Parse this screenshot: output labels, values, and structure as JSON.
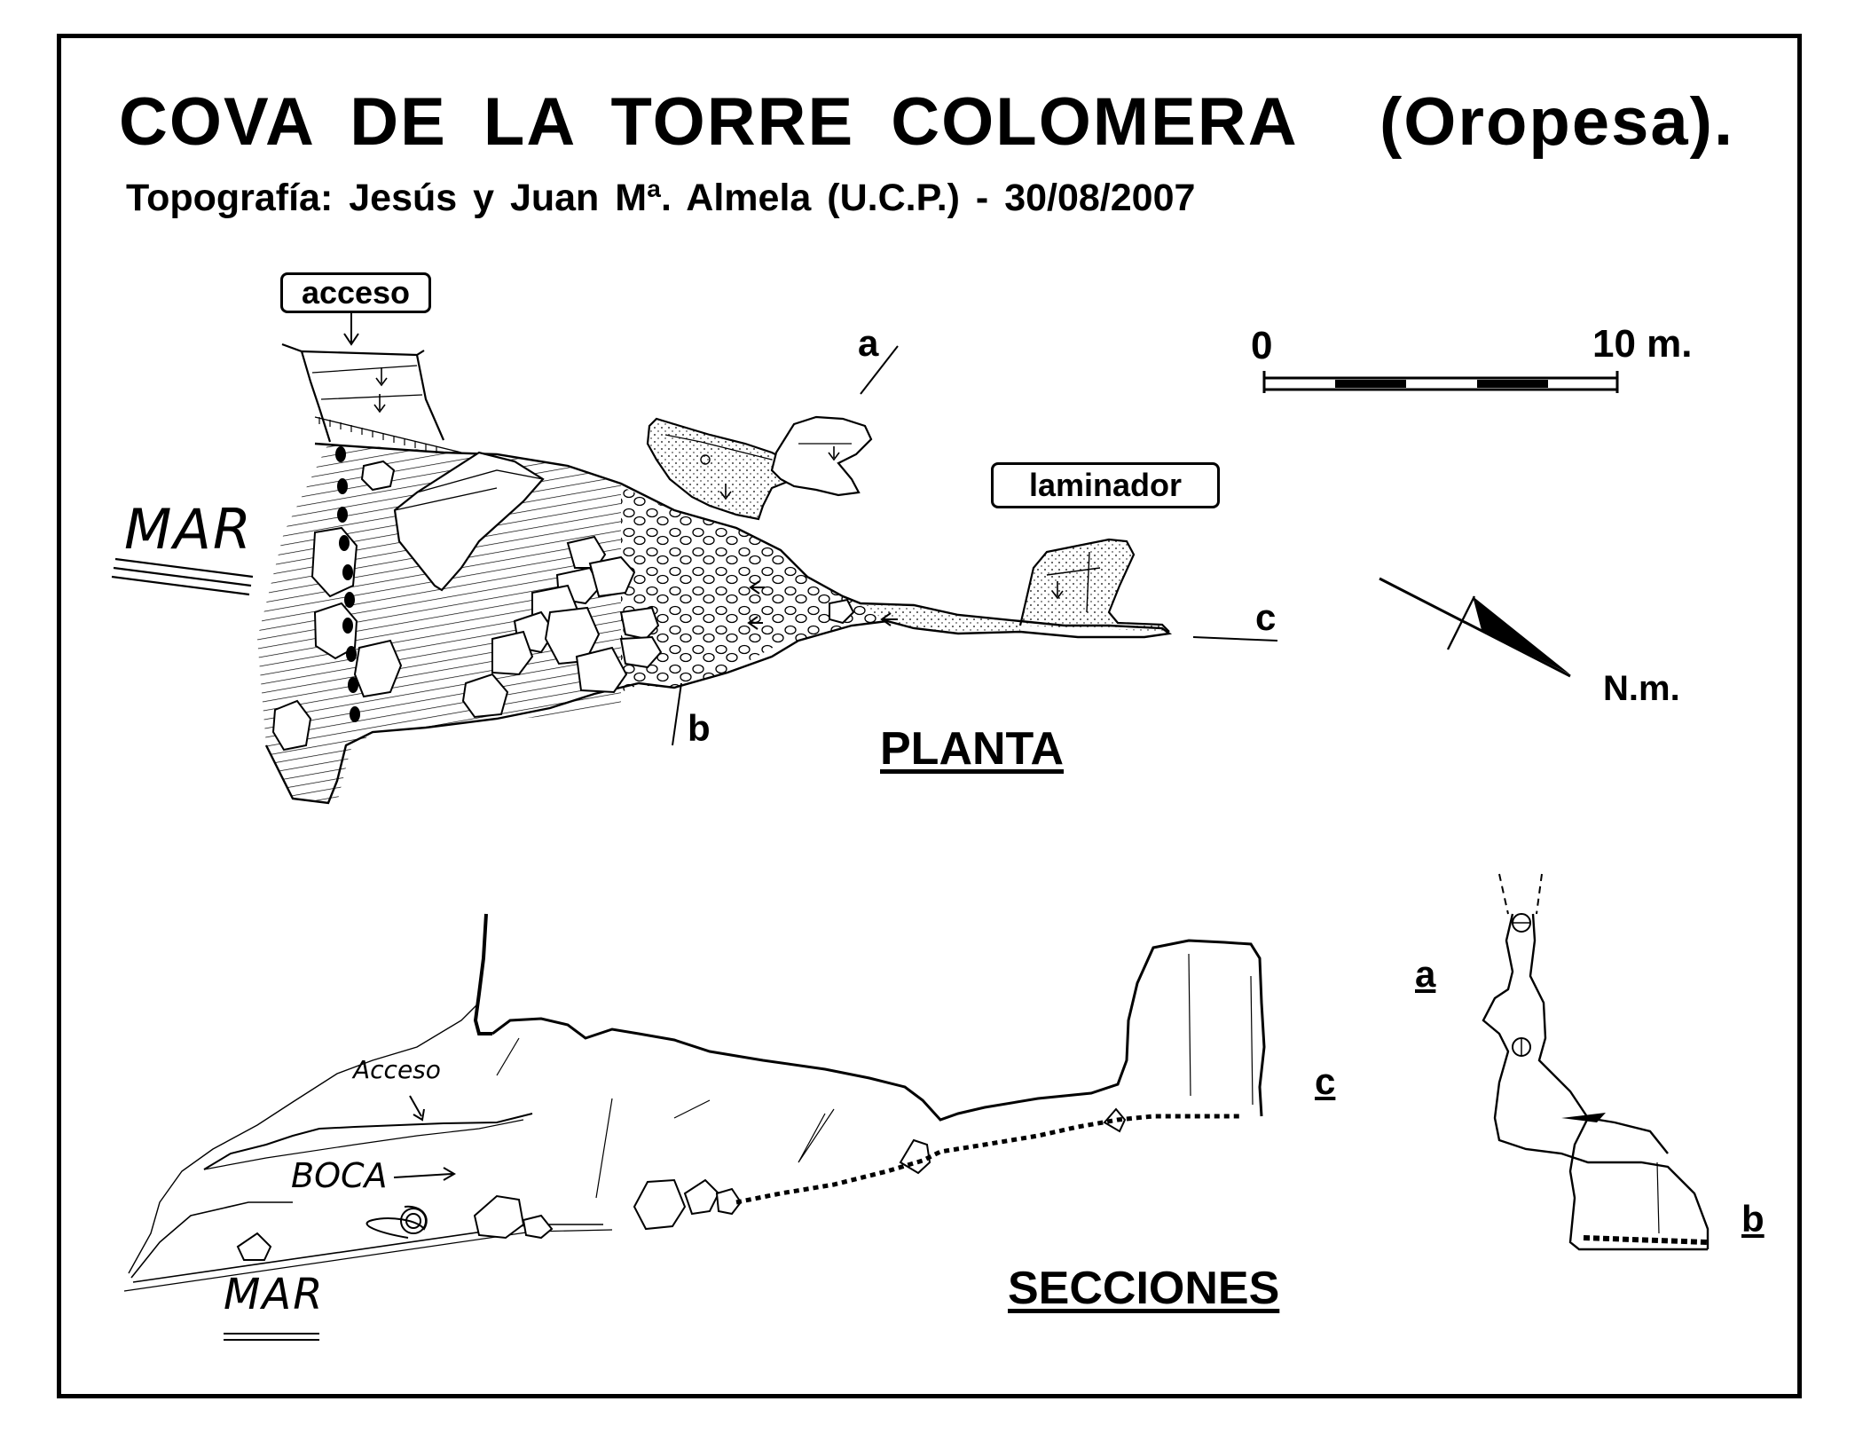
{
  "header": {
    "title": "COVA DE LA TORRE COLOMERA",
    "location": "(Oropesa).",
    "credits": "Topografía:  Jesús  y  Juan Mª. Almela  (U.C.P.)     -     30/08/2007"
  },
  "plan": {
    "label": "PLANTA",
    "access_label": "acceso",
    "laminator_label": "laminador",
    "sea_label": "MAR",
    "cut_a": "a",
    "cut_b": "b",
    "cut_c": "c"
  },
  "scale_bar": {
    "start_label": "0",
    "end_label": "10 m."
  },
  "north_arrow": {
    "label": "N.m."
  },
  "sections": {
    "label": "SECCIONES",
    "access_label": "Acceso",
    "mouth_label": "BOCA",
    "sea_label": "MAR",
    "long_section_label": "c",
    "cross_section_top_label": "a",
    "cross_section_bottom_label": "b"
  },
  "colors": {
    "ink": "#000000",
    "paper": "#ffffff"
  }
}
